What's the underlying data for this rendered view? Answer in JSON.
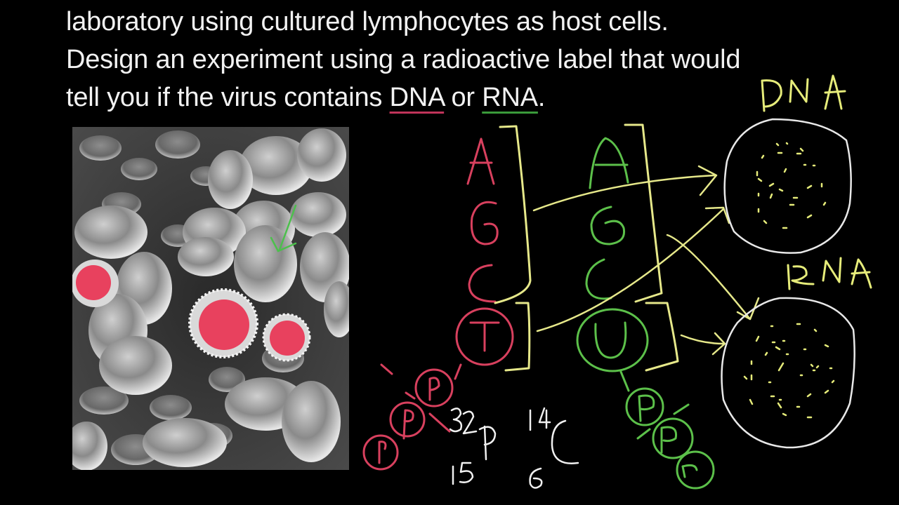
{
  "question": {
    "line1": "laboratory using cultured lymphocytes as host cells.",
    "line2": "Design an experiment using a radioactive label that would",
    "line3_prefix": "tell you if the virus contains ",
    "line3_dna": "DNA",
    "line3_or": " or ",
    "line3_rna": "RNA",
    "line3_suffix": "."
  },
  "micrograph": {
    "description": "Scanning electron micrograph of blood cells with lymphocytes highlighted in red",
    "highlight_color": "#e8415e",
    "arrow_color": "#4cc04c"
  },
  "diagram": {
    "dna_bases": [
      "A",
      "G",
      "C",
      "T"
    ],
    "rna_bases": [
      "A",
      "G",
      "C",
      "U"
    ],
    "dna_phosphates": [
      "P",
      "P",
      "P"
    ],
    "rna_phosphates": [
      "P",
      "P",
      "P"
    ],
    "dna_cell_label": "DNA",
    "rna_cell_label": "RNA",
    "isotopes": {
      "phosphorus": {
        "mass": "32",
        "symbol": "P",
        "atomic": "15"
      },
      "carbon": {
        "mass": "14",
        "symbol": "C",
        "atomic": "6"
      }
    },
    "colors": {
      "dna_ink": "#d8405e",
      "rna_ink": "#5cc04a",
      "bracket_ink": "#e6e88a",
      "label_ink": "#e6ec7a",
      "cell_outline": "#e8e8e8",
      "isotope_ink": "#f0f0f0"
    }
  }
}
